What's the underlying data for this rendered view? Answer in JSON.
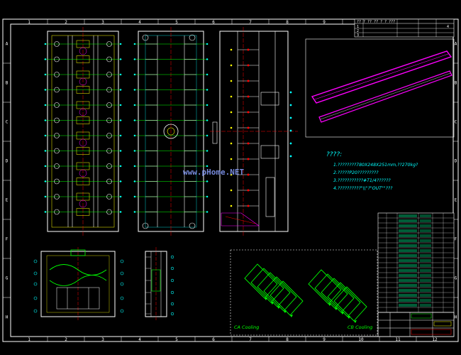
{
  "frame": {
    "columns": [
      "1",
      "2",
      "3",
      "4",
      "5",
      "6",
      "7",
      "8",
      "9",
      "10",
      "11",
      "12"
    ],
    "rows": [
      "A",
      "B",
      "C",
      "D",
      "E",
      "F",
      "G",
      "H"
    ]
  },
  "revision_block": {
    "header": "?? ? ?? ?? ? ? ???",
    "rows": [
      "1",
      "2",
      "3",
      "4"
    ]
  },
  "watermark": "www.pHome.NET",
  "notes": {
    "title": "????:",
    "lines": [
      "1.????????780X248X251mm,??270kg?",
      "2.?????P20?????????",
      "3.???????????#T1/4??????",
      "4.??????????\"\\\\\"?\"OUT\"\"???"
    ]
  },
  "cooling_labels": {
    "left": "CA Cooling",
    "right": "CB Cooling"
  },
  "colors": {
    "background": "#000000",
    "frame": "#ffffff",
    "part": "#ff00ff",
    "cooling": "#00ff00",
    "dim": "#00ffff",
    "accent": "#ff0000",
    "highlight": "#ffff00"
  }
}
